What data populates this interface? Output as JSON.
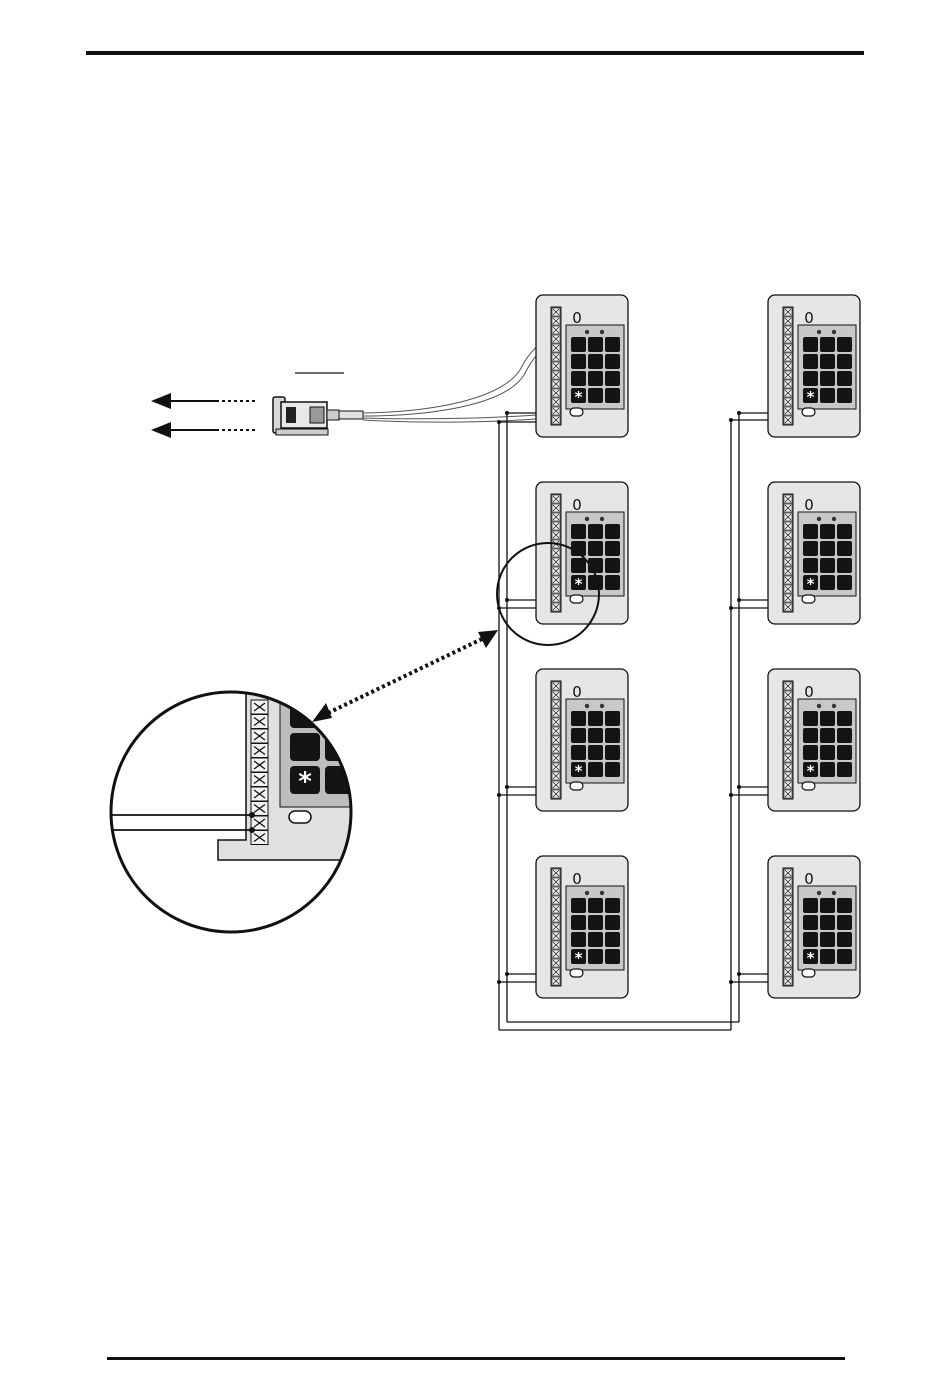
{
  "page": {
    "top_rule": "",
    "bottom_rule": ""
  },
  "keypad": {
    "led_indicator": "0",
    "star_key": "*",
    "rows": 4,
    "cols": 3
  },
  "units": [
    {
      "id": "unit-1",
      "column": "left",
      "row": 1
    },
    {
      "id": "unit-2",
      "column": "left",
      "row": 2
    },
    {
      "id": "unit-3",
      "column": "left",
      "row": 3
    },
    {
      "id": "unit-4",
      "column": "left",
      "row": 4
    },
    {
      "id": "unit-5",
      "column": "right",
      "row": 1
    },
    {
      "id": "unit-6",
      "column": "right",
      "row": 2
    },
    {
      "id": "unit-7",
      "column": "right",
      "row": 3
    },
    {
      "id": "unit-8",
      "column": "right",
      "row": 4
    }
  ],
  "colors": {
    "housing": "#e6e6e6",
    "panel": "#c8c8c8",
    "key": "#141414",
    "wire": "#111111",
    "terminal": "#d0d0d0"
  }
}
